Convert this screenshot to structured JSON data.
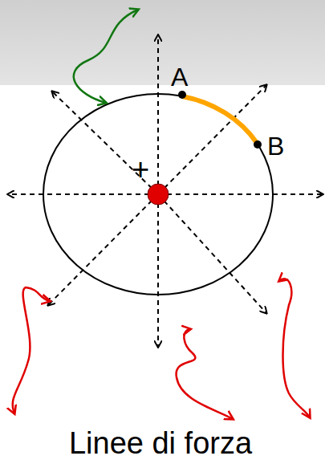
{
  "diagram": {
    "labels": [
      "A",
      "B",
      "+",
      "Linee di forza"
    ]
  }
}
